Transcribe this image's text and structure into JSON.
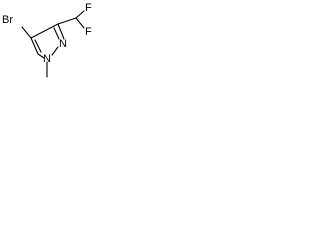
{
  "molecule": {
    "atoms": {
      "bromine": "Br",
      "fluorine_upper": "F",
      "fluorine_lower": "F",
      "nitrogen_ring": "N",
      "nitrogen_methyl": "N"
    }
  },
  "colors": {
    "stroke": "#000000",
    "background": "#ffffff"
  }
}
